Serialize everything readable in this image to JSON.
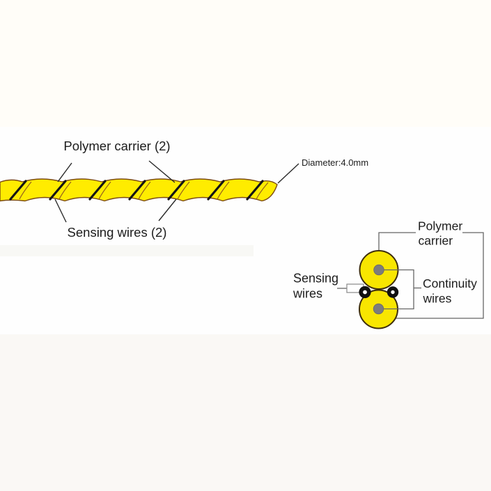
{
  "side_view": {
    "polymer_label": "Polymer carrier (2)",
    "sensing_label": "Sensing wires (2)",
    "diameter_label": "Diameter:4.0mm"
  },
  "cross_section": {
    "polymer_line1": "Polymer",
    "polymer_line2": "carrier",
    "sensing_line1": "Sensing",
    "sensing_line2": "wires",
    "continuity_line1": "Continuity",
    "continuity_line2": "wires"
  },
  "colors": {
    "cable_yellow": "#FFEC00",
    "cross_section_yellow": "#F8E600",
    "cable_outline_brown": "#7B4A10",
    "circle_outline": "#3E2E0C",
    "separator_black": "#151515",
    "conductor_gray": "#7C7C7C",
    "sensing_wire_black": "#111111",
    "bracket_gray": "#666666",
    "text": "#1C1C1C"
  }
}
